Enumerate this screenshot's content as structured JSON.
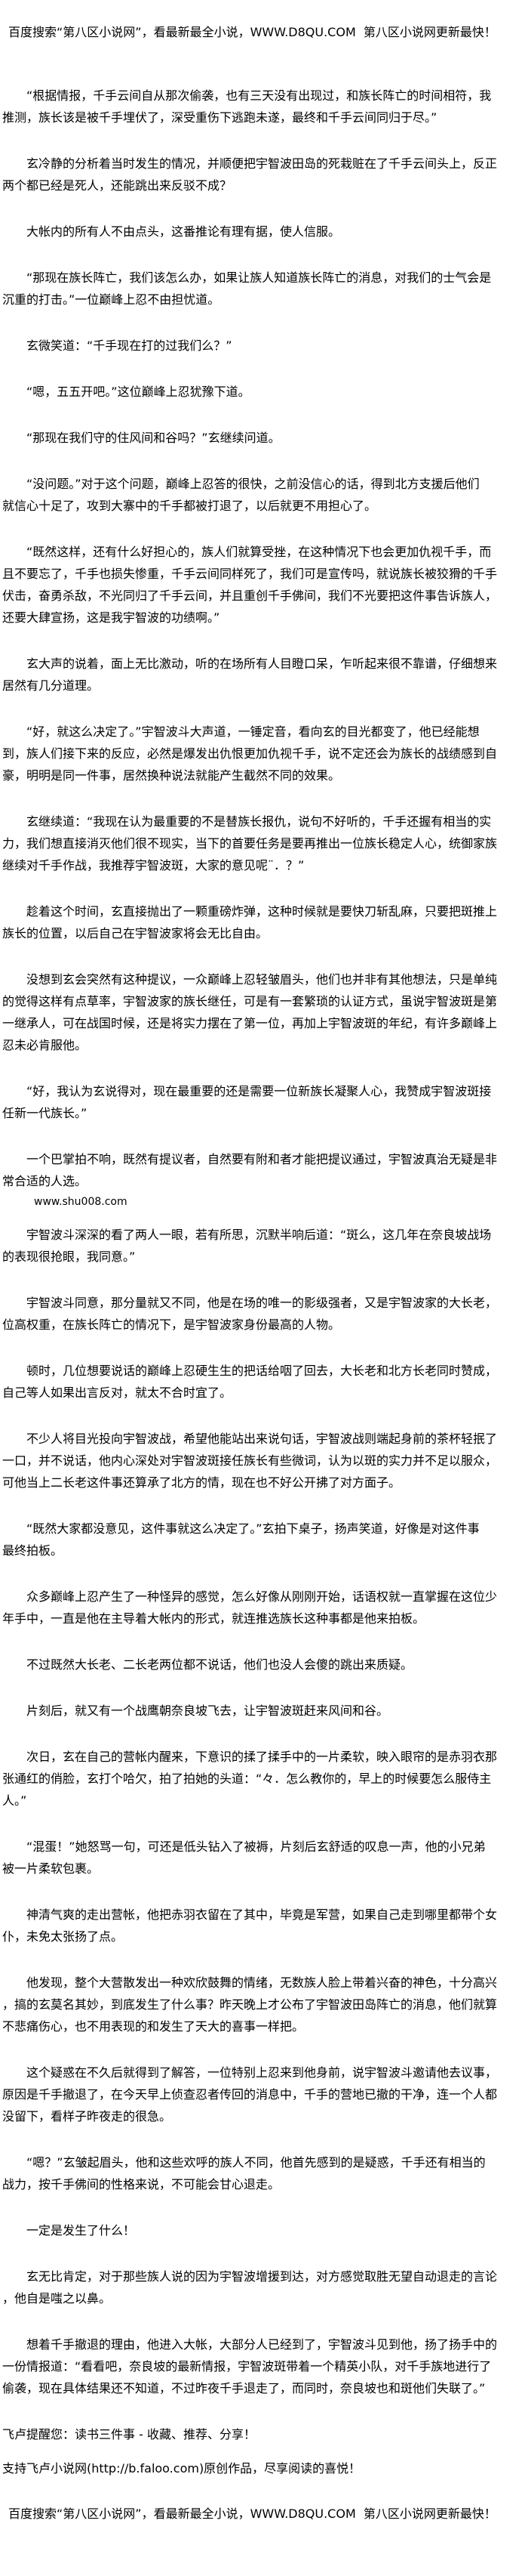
{
  "banner": "百度搜索“第八区小说网”，看最新最全小说，WWW.D8QU.COM  第八区小说网更新最快！",
  "paragraphs": [
    {
      "lines": [
        "“根据情报，千手云间自从那次偷袭，也有三天没有出现过，和族长阵亡的时间相符，我",
        "推测，族长该是被千手埋伏了，深受重伤下逃跑未遂，最终和千手云间同归于尽。”"
      ]
    },
    {
      "lines": [
        "玄冷静的分析着当时发生的情况，并顺便把宇智波田岛的死栽赃在了千手云间头上，反正",
        "两个都已经是死人，还能跳出来反驳不成？"
      ]
    },
    {
      "lines": [
        "大帐内的所有人不由点头，这番推论有理有据，使人信服。"
      ]
    },
    {
      "lines": [
        "“那现在族长阵亡，我们该怎么办，如果让族人知道族长阵亡的消息，对我们的士气会是",
        "沉重的打击。”一位巅峰上忍不由担忧道。"
      ]
    },
    {
      "lines": [
        "玄微笑道：“千手现在打的过我们么？”"
      ]
    },
    {
      "lines": [
        "“嗯，五五开吧。”这位巅峰上忍犹豫下道。"
      ]
    },
    {
      "lines": [
        "“那现在我们守的住风间和谷吗？”玄继续问道。"
      ]
    },
    {
      "lines": [
        "“没问题。”对于这个问题，巅峰上忍答的很快，之前没信心的话，得到北方支援后他们",
        "就信心十足了，攻到大寨中的千手都被打退了，以后就更不用担心了。"
      ]
    },
    {
      "lines": [
        "“既然这样，还有什么好担心的，族人们就算受挫，在这种情况下也会更加仇视千手，而",
        "且不要忘了，千手也损失惨重，千手云间同样死了，我们可是宣传吗，就说族长被狡猾的千手",
        "伏击，奋勇杀敌，不光同归了千手云间，并且重创千手佛间，我们不光要把这件事告诉族人，",
        "还要大肆宣扬，这是我宇智波的功绩啊。”"
      ]
    },
    {
      "lines": [
        "玄大声的说着，面上无比激动，听的在场所有人目瞪口呆，乍听起来很不靠谱，仔细想来",
        "居然有几分道理。"
      ]
    },
    {
      "lines": [
        "“好，就这么决定了。”宇智波斗大声道，一锤定音，看向玄的目光都变了，他已经能想",
        "到，族人们接下来的反应，必然是爆发出仇恨更加仇视千手，说不定还会为族长的战绩感到自",
        "豪，明明是同一件事，居然换种说法就能产生截然不同的效果。"
      ]
    },
    {
      "lines": [
        "玄继续道：“我现在认为最重要的不是替族长报仇，说句不好听的，千手还握有相当的实",
        "力，我们想直接消灭他们很不现实，当下的首要任务是要再推出一位族长稳定人心，统御家族",
        "继续对千手作战，我推荐宇智波斑，大家的意见呢¨．？”"
      ]
    },
    {
      "lines": [
        "趁着这个时间，玄直接抛出了一颗重磅炸弹，这种时候就是要快刀斩乱麻，只要把斑推上",
        "族长的位置，以后自己在宇智波家将会无比自由。"
      ]
    },
    {
      "lines": [
        "没想到玄会突然有这种提议，一众巅峰上忍轻皱眉头，他们也并非有其他想法，只是单纯",
        "的觉得这样有点草率，宇智波家的族长继任，可是有一套繁琐的认证方式，虽说宇智波斑是第",
        "一继承人，可在战国时候，还是将实力摆在了第一位，再加上宇智波斑的年纪，有许多巅峰上",
        "忍未必肯服他。"
      ]
    },
    {
      "lines": [
        "“好，我认为玄说得对，现在最重要的还是需要一位新族长凝聚人心，我赞成宇智波斑接",
        "任新一代族长。”"
      ]
    },
    {
      "lines": [
        "一个巴掌拍不响，既然有提议者，自然要有附和者才能把提议通过，宇智波真治无疑是非",
        "常合适的人选。"
      ],
      "after": "www.shu008.com"
    },
    {
      "lines": [
        "宇智波斗深深的看了两人一眼，若有所思，沉默半响后道：“斑么，这几年在奈良坡战场",
        "的表现很抢眼，我同意。”"
      ]
    },
    {
      "lines": [
        "宇智波斗同意，那分量就又不同，他是在场的唯一的影级强者，又是宇智波家的大长老，",
        "位高权重，在族长阵亡的情况下，是宇智波家身份最高的人物。"
      ]
    },
    {
      "lines": [
        "顿时，几位想要说话的巅峰上忍硬生生的把话给咽了回去，大长老和北方长老同时赞成，",
        "自己等人如果出言反对，就太不合时宜了。"
      ]
    },
    {
      "lines": [
        "不少人将目光投向宇智波战，希望他能站出来说句话，宇智波战则端起身前的茶杯轻抿了",
        "一口，并不说话，他内心深处对宇智波斑接任族长有些微词，认为以斑的实力并不足以服众，",
        "可他当上二长老这件事还算承了北方的情，现在也不好公开拂了对方面子。"
      ]
    },
    {
      "lines": [
        "“既然大家都没意见，这件事就这么决定了。”玄拍下桌子，扬声笑道，好像是对这件事",
        "最终拍板。"
      ]
    },
    {
      "lines": [
        "众多巅峰上忍产生了一种怪异的感觉，怎么好像从刚刚开始，话语权就一直掌握在这位少",
        "年手中，一直是他在主导着大帐内的形式，就连推选族长这种事都是他来拍板。"
      ]
    },
    {
      "lines": [
        "不过既然大长老、二长老两位都不说话，他们也没人会傻的跳出来质疑。"
      ]
    },
    {
      "lines": [
        "片刻后，就又有一个战鹰朝奈良坡飞去，让宇智波斑赶来风间和谷。"
      ]
    },
    {
      "lines": [
        "次日，玄在自己的营帐内醒来，下意识的揉了揉手中的一片柔软，映入眼帘的是赤羽衣那",
        "张通红的俏脸，玄打个哈欠，拍了拍她的头道：“々．怎么教你的，早上的时候要怎么服侍主",
        "人。”"
      ]
    },
    {
      "lines": [
        "“混蛋！”她怒骂一句，可还是低头钻入了被褥，片刻后玄舒适的叹息一声，他的小兄弟",
        "被一片柔软包裹。"
      ]
    },
    {
      "lines": [
        "神清气爽的走出营帐，他把赤羽衣留在了其中，毕竟是军营，如果自己走到哪里都带个女",
        "仆，未免太张扬了点。"
      ]
    },
    {
      "lines": [
        "他发现，整个大营散发出一种欢欣鼓舞的情绪，无数族人脸上带着兴奋的神色，十分高兴",
        "，搞的玄莫名其妙，到底发生了什么事？昨天晚上才公布了宇智波田岛阵亡的消息，他们就算",
        "不悲痛伤心，也不用表现的和发生了天大的喜事一样把。"
      ]
    },
    {
      "lines": [
        "这个疑惑在不久后就得到了解答，一位特别上忍来到他身前，说宇智波斗邀请他去议事，",
        "原因是千手撤退了，在今天早上侦查忍者传回的消息中，千手的营地已撤的干净，连一个人都",
        "没留下，看样子昨夜走的很急。"
      ]
    },
    {
      "lines": [
        "“嗯？”玄皱起眉头，他和这些欢呼的族人不同，他首先感到的是疑惑，千手还有相当的",
        "战力，按千手佛间的性格来说，不可能会甘心退走。"
      ]
    },
    {
      "lines": [
        "一定是发生了什么！"
      ]
    },
    {
      "lines": [
        "玄无比肯定，对于那些族人说的因为宇智波增援到达，对方感觉取胜无望自动退走的言论",
        "，他自是嗤之以鼻。"
      ]
    },
    {
      "lines": [
        "想着千手撤退的理由，他进入大帐，大部分人已经到了，宇智波斗见到他，扬了扬手中的",
        "一份情报道：“看看吧，奈良坡的最新情报，宇智波斑带着一个精英小队，对千手族地进行了",
        "偷袭，现在具体结果还不知道，不过昨夜千手退走了，而同时，奈良坡也和斑他们失联了。”"
      ]
    }
  ],
  "footer": {
    "reminder": "飞卢提醒您：读书三件事 - 收藏、推荐、分享！",
    "support": "支持飞卢小说网(http://b.faloo.com)原创作品，尽享阅读的喜悦！"
  }
}
